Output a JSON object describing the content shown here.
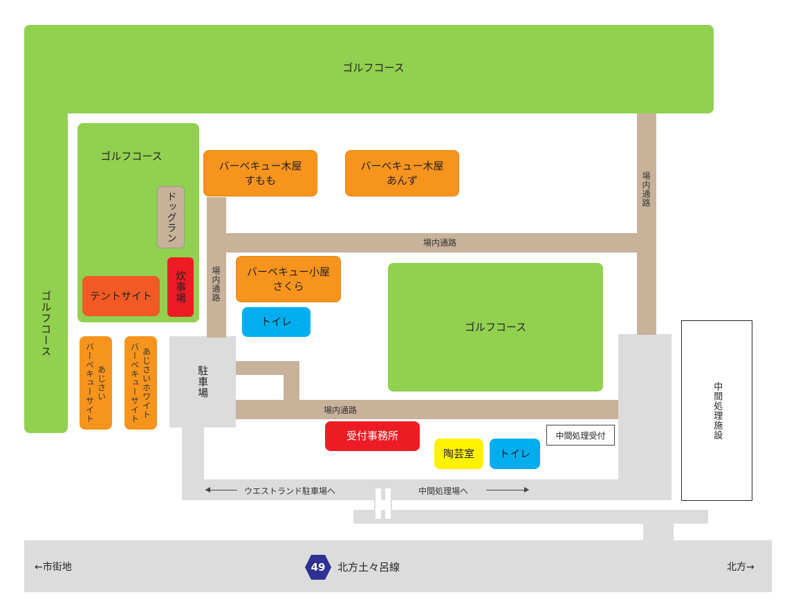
{
  "areas": {
    "golf_top": "ゴルフコース",
    "golf_left": "ゴルフコース",
    "golf_inner": "ゴルフコース",
    "golf_center": "ゴルフコース"
  },
  "facilities": {
    "dog_run": "ドッグラン",
    "tent_site": "テントサイト",
    "kitchen": "炊事場",
    "bbq_sumomo": "バーベキュー木屋\nすもも",
    "bbq_anzu": "バーベキュー木屋\nあんず",
    "bbq_sakura": "バーベキュー小屋\nさくら",
    "toilet_1": "トイレ",
    "toilet_2": "トイレ",
    "bbq_site_ajisai_title": "バーベキューサイト",
    "bbq_site_ajisai_name": "あじさい",
    "bbq_site_white_title": "バーベキューサイト",
    "bbq_site_white_name": "あじさいホワイト",
    "parking": "駐車場",
    "reception": "受付事務所",
    "pottery": "陶芸室",
    "intermediate_reception": "中間処理受付",
    "intermediate_facility": "中間処理施設"
  },
  "paths": {
    "inner_road_top": "場内通路",
    "inner_road_left": "場内通路",
    "inner_road_right": "場内通路",
    "inner_road_bottom": "場内通路"
  },
  "directions": {
    "west_land": "ウエストランド駐車場へ",
    "intermediate": "中間処理場へ",
    "city": "←市街地",
    "kitakata": "北方→"
  },
  "route": {
    "number": "49",
    "name": "北方土々呂線"
  },
  "colors": {
    "golf": "#92d050",
    "road": "#dcdcdc",
    "inner_path": "#c8b29a",
    "bbq": "#f7941d",
    "tent": "#f15a24",
    "kitchen": "#ed1c24",
    "reception": "#ed1c24",
    "toilet": "#00aeef",
    "pottery": "#fff200",
    "route_badge": "#2e3192"
  }
}
